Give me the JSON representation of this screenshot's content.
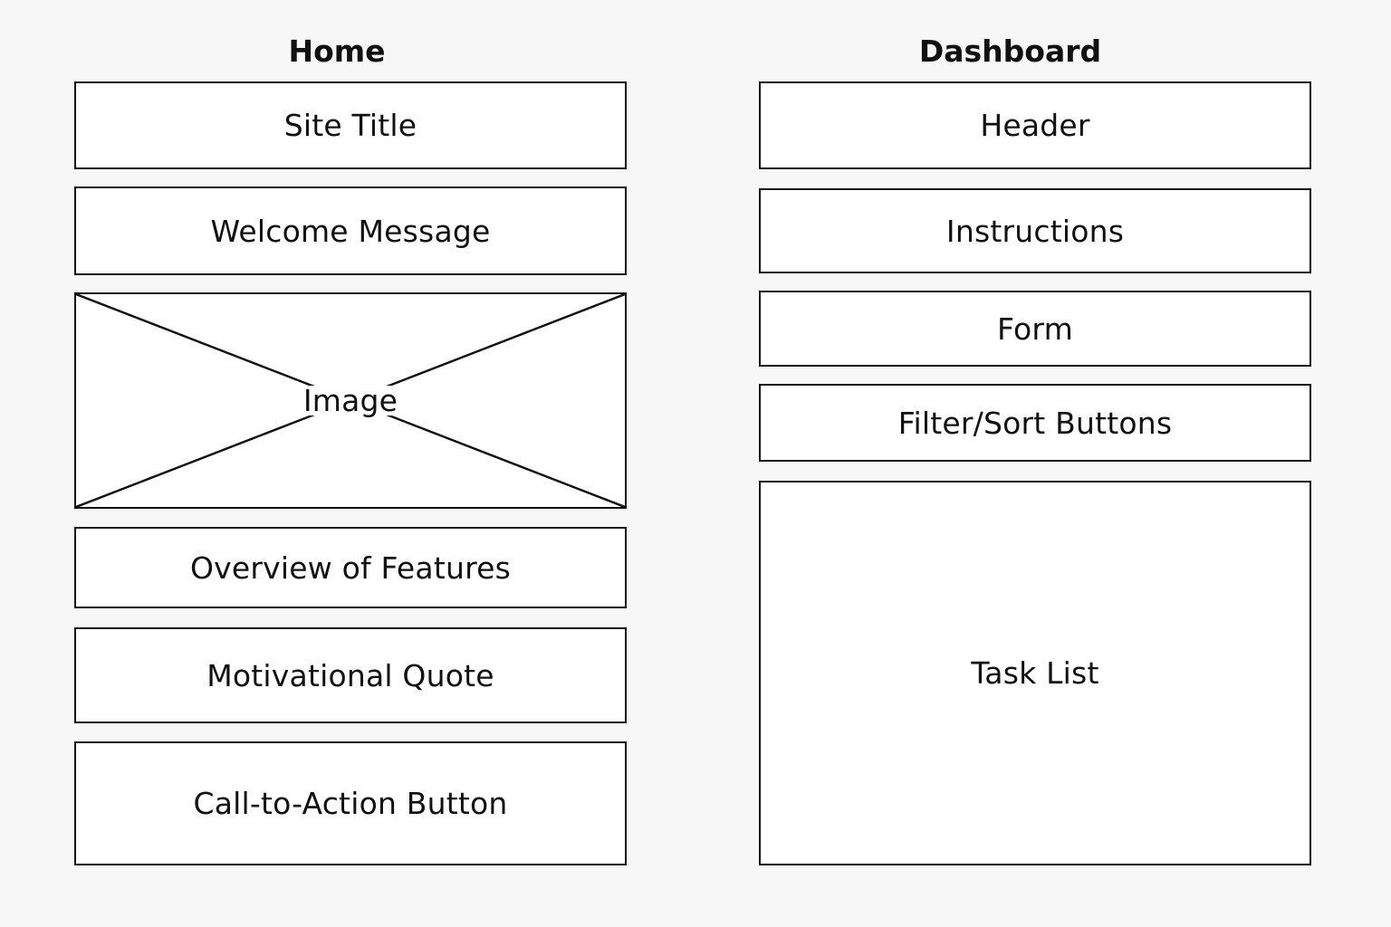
{
  "home": {
    "title": "Home",
    "site_title": "Site Title",
    "welcome_message": "Welcome Message",
    "image_label": "Image",
    "overview": "Overview of Features",
    "quote": "Motivational Quote",
    "cta": "Call-to-Action Button"
  },
  "dashboard": {
    "title": "Dashboard",
    "header": "Header",
    "instructions": "Instructions",
    "form": "Form",
    "filter_sort": "Filter/Sort Buttons",
    "task_list": "Task List"
  }
}
